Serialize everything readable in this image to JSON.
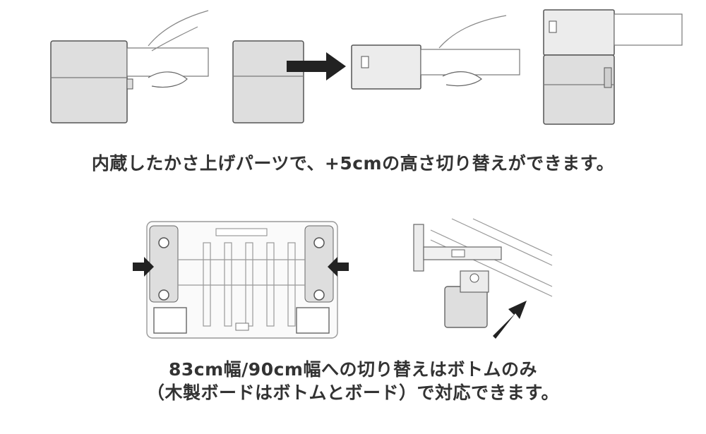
{
  "captions": {
    "height_adjust": "内蔵したかさ上げパーツで、+5cmの高さ切り替えができます。",
    "width_switch_line1": "83cm幅/90cm幅への切り替えはボトムのみ",
    "width_switch_line2": "（木製ボードはボトムとボード）で対応できます。"
  },
  "colors": {
    "text": "#333333",
    "box_fill": "#dedede",
    "box_light": "#ececec",
    "stroke": "#555555",
    "arrow": "#222222"
  }
}
